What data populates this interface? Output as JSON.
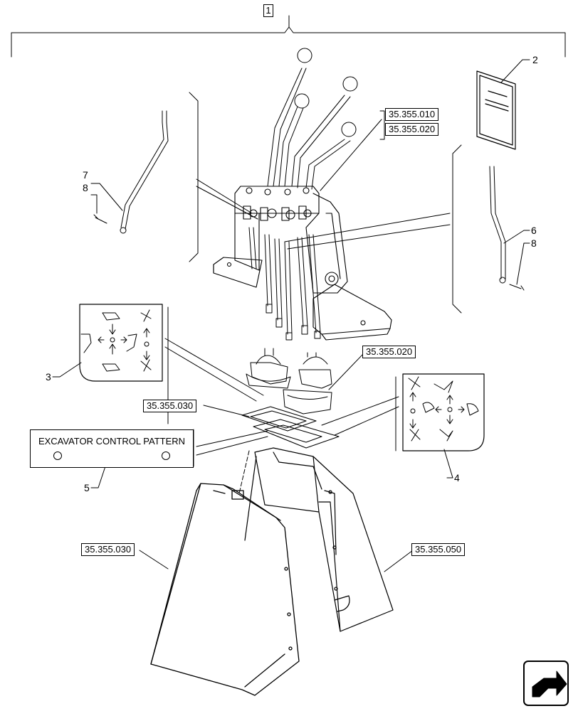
{
  "assembly_item": "1",
  "items": {
    "n2": "2",
    "n3": "3",
    "n4": "4",
    "n5": "5",
    "n6": "6",
    "n7": "7",
    "n8a": "8",
    "n8b": "8"
  },
  "refs": {
    "r1": "35.355.010",
    "r2": "35.355.020",
    "r3": "35.355.020",
    "r4": "35.355.030",
    "r5": "35.355.030",
    "r6": "35.355.050"
  },
  "decal": {
    "title": "EXCAVATOR CONTROL PATTERN"
  },
  "icons": {
    "next_page": "next-page-arrow-icon"
  }
}
